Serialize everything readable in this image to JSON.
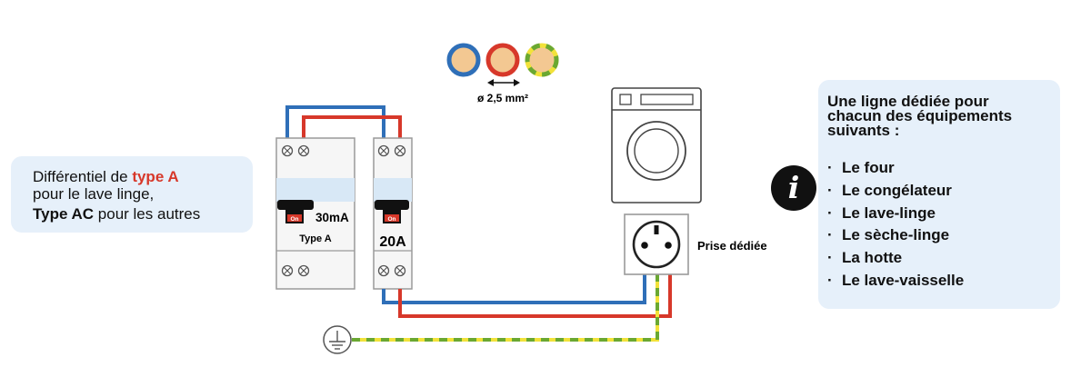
{
  "left_note": {
    "line1_prefix": "Différentiel de ",
    "line1_highlight": "type A",
    "line2": "pour le lave linge,",
    "line3_bold": "Type AC",
    "line3_rest": " pour les autres"
  },
  "differential": {
    "rating": "30mA",
    "type_label": "Type A",
    "switch_label": "On"
  },
  "breaker": {
    "rating": "20A",
    "switch_label": "On"
  },
  "cable": {
    "section_label": "ø 2,5 mm²"
  },
  "socket": {
    "label": "Prise dédiée"
  },
  "right_note": {
    "title_line1": "Une ligne dédiée pour",
    "title_line2": "chacun des équipements",
    "title_line3": "suivants :",
    "items": [
      "Le four",
      "Le congélateur",
      "Le lave-linge",
      "Le sèche-linge",
      "La hotte",
      "Le lave-vaisselle"
    ]
  },
  "colors": {
    "neutral_blue": "#2f6fb8",
    "phase_red": "#d7382a",
    "earth_green": "#6aa832",
    "earth_yellow": "#f2e23a",
    "wire_core": "#f3c892",
    "panel_bg": "#e6f0fa"
  },
  "icons": [
    "info-icon",
    "earth-symbol-icon",
    "washing-machine-icon",
    "socket-icon",
    "double-arrow-icon"
  ]
}
